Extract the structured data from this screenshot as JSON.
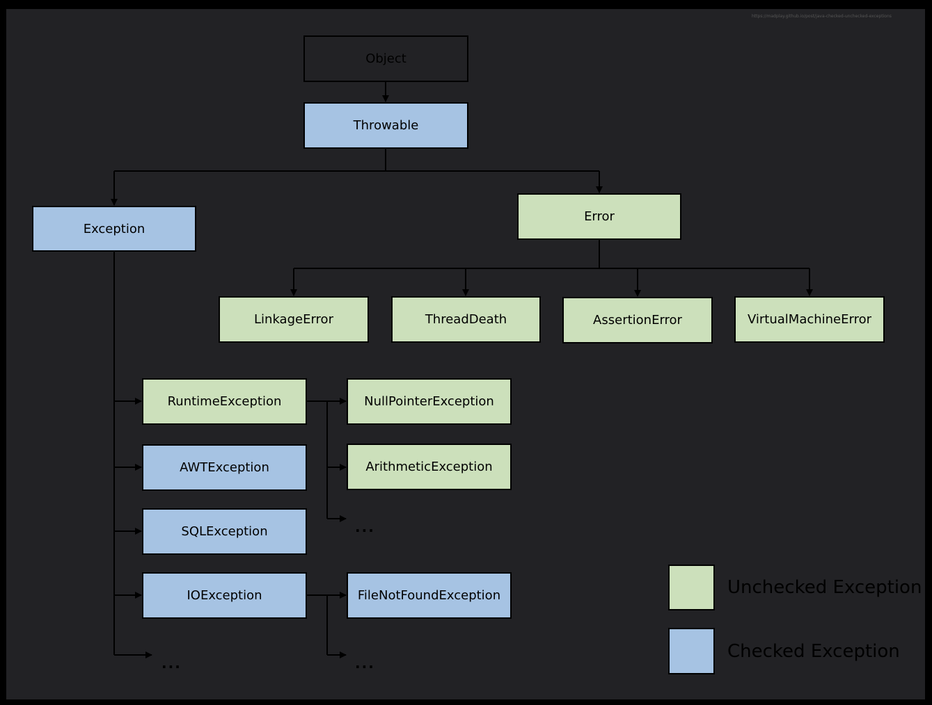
{
  "source_url": "https://madplay.github.io/post/java-checked-unchecked-exceptions",
  "nodes": {
    "object": "Object",
    "throwable": "Throwable",
    "exception": "Exception",
    "error": "Error",
    "linkage_error": "LinkageError",
    "thread_death": "ThreadDeath",
    "assertion_error": "AssertionError",
    "virtual_machine_error": "VirtualMachineError",
    "runtime_exception": "RuntimeException",
    "awt_exception": "AWTException",
    "sql_exception": "SQLException",
    "io_exception": "IOException",
    "null_pointer_exception": "NullPointerException",
    "arithmetic_exception": "ArithmeticException",
    "file_not_found_exception": "FileNotFoundException"
  },
  "ellipsis": "...",
  "legend": {
    "unchecked": "Unchecked Exception",
    "checked": "Checked Exception"
  },
  "colors": {
    "unchecked": "#cce0bb",
    "checked": "#a6c3e3",
    "background": "#222225"
  }
}
